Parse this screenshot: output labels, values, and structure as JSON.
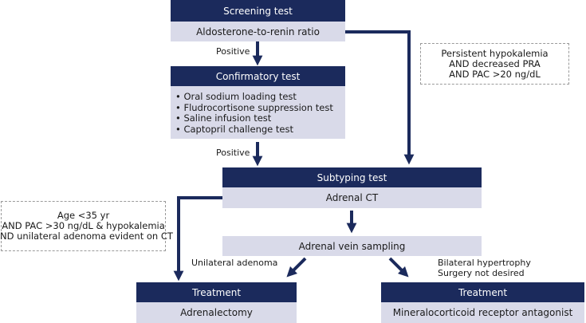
{
  "screening": {
    "header": "Screening test",
    "body": "Aldosterone-to-renin ratio",
    "edge_label": "Positive"
  },
  "confirmatory": {
    "header": "Confirmatory test",
    "tests": [
      "Oral sodium loading test",
      "Fludrocortisone suppression test",
      "Saline infusion test",
      "Captopril challenge test"
    ],
    "edge_label": "Positive"
  },
  "bypass_note": {
    "lines": [
      "Persistent hypokalemia",
      "AND decreased PRA",
      "AND PAC >20 ng/dL"
    ]
  },
  "subtyping": {
    "header": "Subtyping test",
    "body": "Adrenal CT"
  },
  "young_note": {
    "lines": [
      "Age <35 yr",
      "AND PAC >30 ng/dL & hypokalemia",
      "AND unilateral adenoma evident on CT"
    ]
  },
  "avs": {
    "body": "Adrenal vein sampling",
    "left_label": "Unilateral adenoma",
    "right_label_line1": "Bilateral hypertrophy",
    "right_label_line2": "Surgery not desired"
  },
  "treatment_left": {
    "header": "Treatment",
    "body": "Adrenalectomy"
  },
  "treatment_right": {
    "header": "Treatment",
    "body": "Mineralocorticoid receptor antagonist"
  },
  "colors": {
    "header_fill": "#1b2a5c",
    "body_fill": "#d9dae9",
    "arrow": "#1b2a5c",
    "dashed_border": "#9a9a9a"
  }
}
